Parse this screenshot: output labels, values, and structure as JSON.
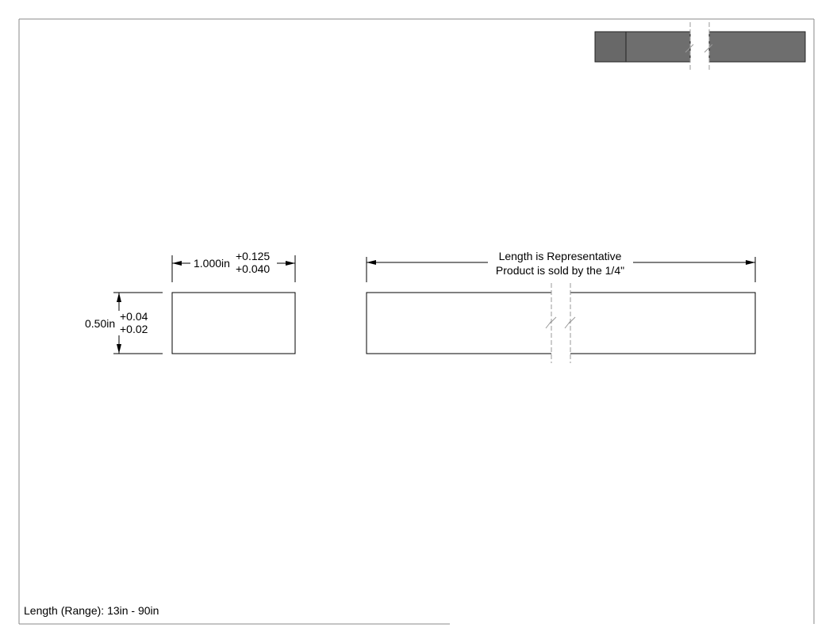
{
  "cross_section": {
    "width_nominal": "1.000in",
    "width_tol_plus": "+0.125",
    "width_tol_minus": "+0.040",
    "height_nominal": "0.50in",
    "height_tol_plus": "+0.04",
    "height_tol_minus": "+0.02"
  },
  "side_view": {
    "note_line1": "Length is Representative",
    "note_line2": "Product is sold by the 1/4\""
  },
  "length_range_label": "Length (Range): 13in - 90in",
  "colors": {
    "line": "#000000",
    "bar_fill": "#6e6e6e",
    "bar_end_fill": "#686868",
    "border": "#888888",
    "break_line": "#999999"
  }
}
